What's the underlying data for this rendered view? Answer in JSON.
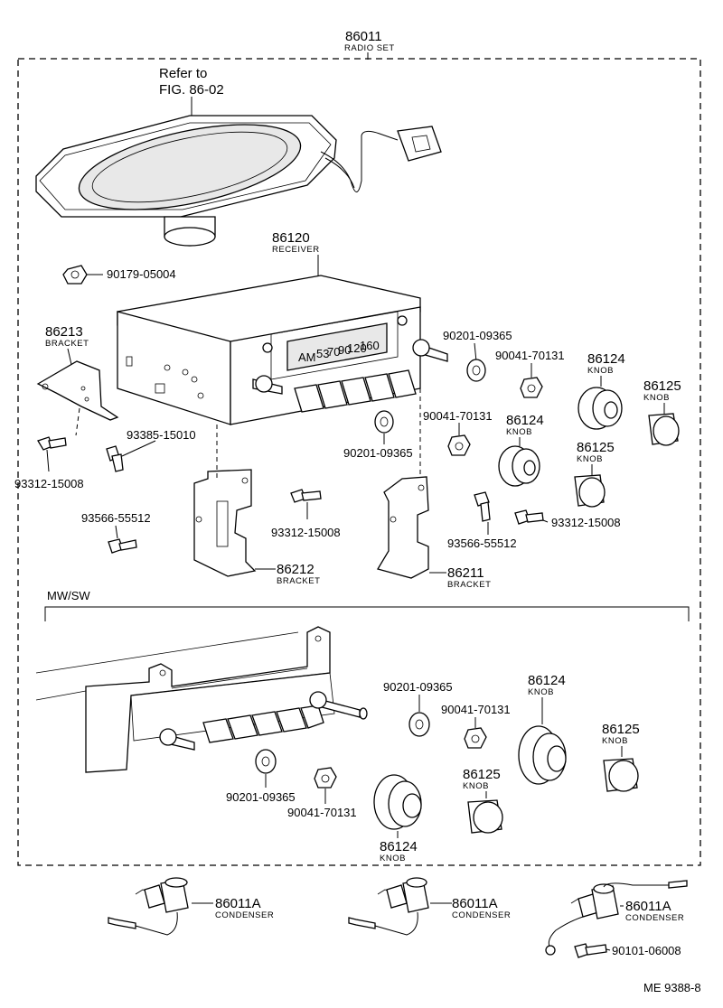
{
  "labels": {
    "radio_set_no": "86011",
    "radio_set_name": "RADIO SET",
    "refer_line1": "Refer to",
    "refer_line2": "FIG. 86-02",
    "receiver_no": "86120",
    "receiver_name": "RECEIVER",
    "nut_90179": "90179-05004",
    "bracket_86213_no": "86213",
    "bracket_86213_name": "BRACKET",
    "screw_93312_a": "93312-15008",
    "screw_93385": "93385-15010",
    "screw_93566_a": "93566-55512",
    "bracket_86212_no": "86212",
    "bracket_86212_name": "BRACKET",
    "screw_93312_b": "93312-15008",
    "washer_90201_a": "90201-09365",
    "washer_90201_b": "90201-09365",
    "nut_90041_a": "90041-70131",
    "nut_90041_b": "90041-70131",
    "knob_86124_a_no": "86124",
    "knob_86124_a_name": "KNOB",
    "knob_86124_b_no": "86124",
    "knob_86124_b_name": "KNOB",
    "knob_86125_a_no": "86125",
    "knob_86125_a_name": "KNOB",
    "knob_86125_b_no": "86125",
    "knob_86125_b_name": "KNOB",
    "bracket_86211_no": "86211",
    "bracket_86211_name": "BRACKET",
    "screw_93566_b": "93566-55512",
    "screw_93312_c": "93312-15008",
    "mwsw_title": "MW/SW",
    "mw_washer_a": "90201-09365",
    "mw_nut_a": "90041-70131",
    "mw_knob_86124_a_no": "86124",
    "mw_knob_86124_a_name": "KNOB",
    "mw_knob_86125_a_no": "86125",
    "mw_knob_86125_a_name": "KNOB",
    "mw_washer_b": "90201-09365",
    "mw_nut_b": "90041-70131",
    "mw_knob_86125_b_no": "86125",
    "mw_knob_86125_b_name": "KNOB",
    "mw_knob_86124_b_no": "86124",
    "mw_knob_86124_b_name": "KNOB",
    "cond_a_no": "86011A",
    "cond_a_name": "CONDENSER",
    "cond_b_no": "86011A",
    "cond_b_name": "CONDENSER",
    "cond_c_no": "86011A",
    "cond_c_name": "CONDENSER",
    "screw_90101": "90101-06008",
    "figure_code": "ME 9388-8"
  },
  "dial": {
    "band": "AM",
    "marks": [
      "53",
      "70",
      "90",
      "120",
      "160"
    ]
  }
}
